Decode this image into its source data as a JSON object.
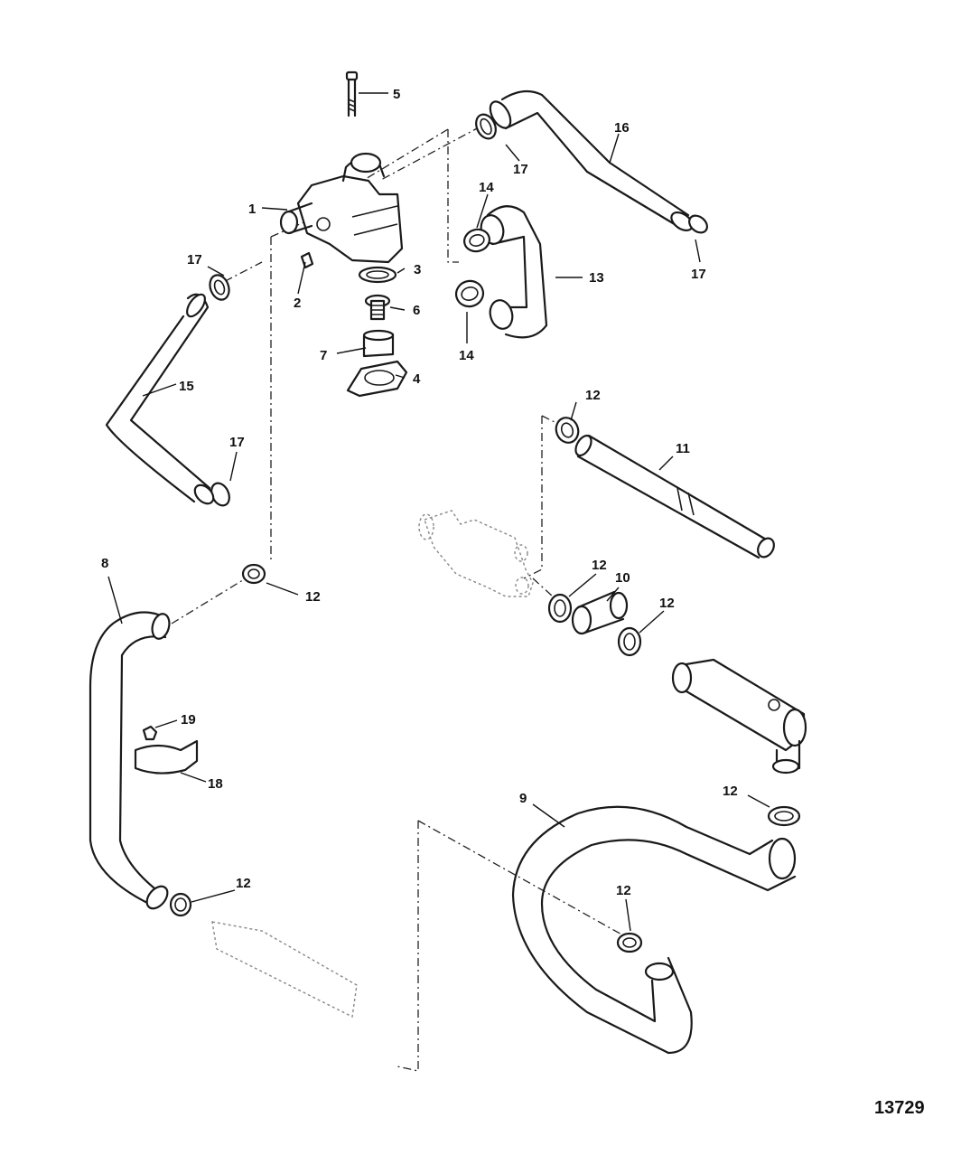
{
  "figure_number": "13729",
  "callouts": {
    "c1": "1",
    "c2": "2",
    "c3": "3",
    "c4": "4",
    "c5": "5",
    "c6": "6",
    "c7": "7",
    "c8": "8",
    "c9": "9",
    "c10": "10",
    "c11": "11",
    "c12a": "12",
    "c12b": "12",
    "c12c": "12",
    "c12d": "12",
    "c12e": "12",
    "c12f": "12",
    "c12g": "12",
    "c13": "13",
    "c14a": "14",
    "c14b": "14",
    "c15": "15",
    "c16": "16",
    "c17a": "17",
    "c17b": "17",
    "c17c": "17",
    "c17d": "17",
    "c18": "18",
    "c19": "19"
  }
}
